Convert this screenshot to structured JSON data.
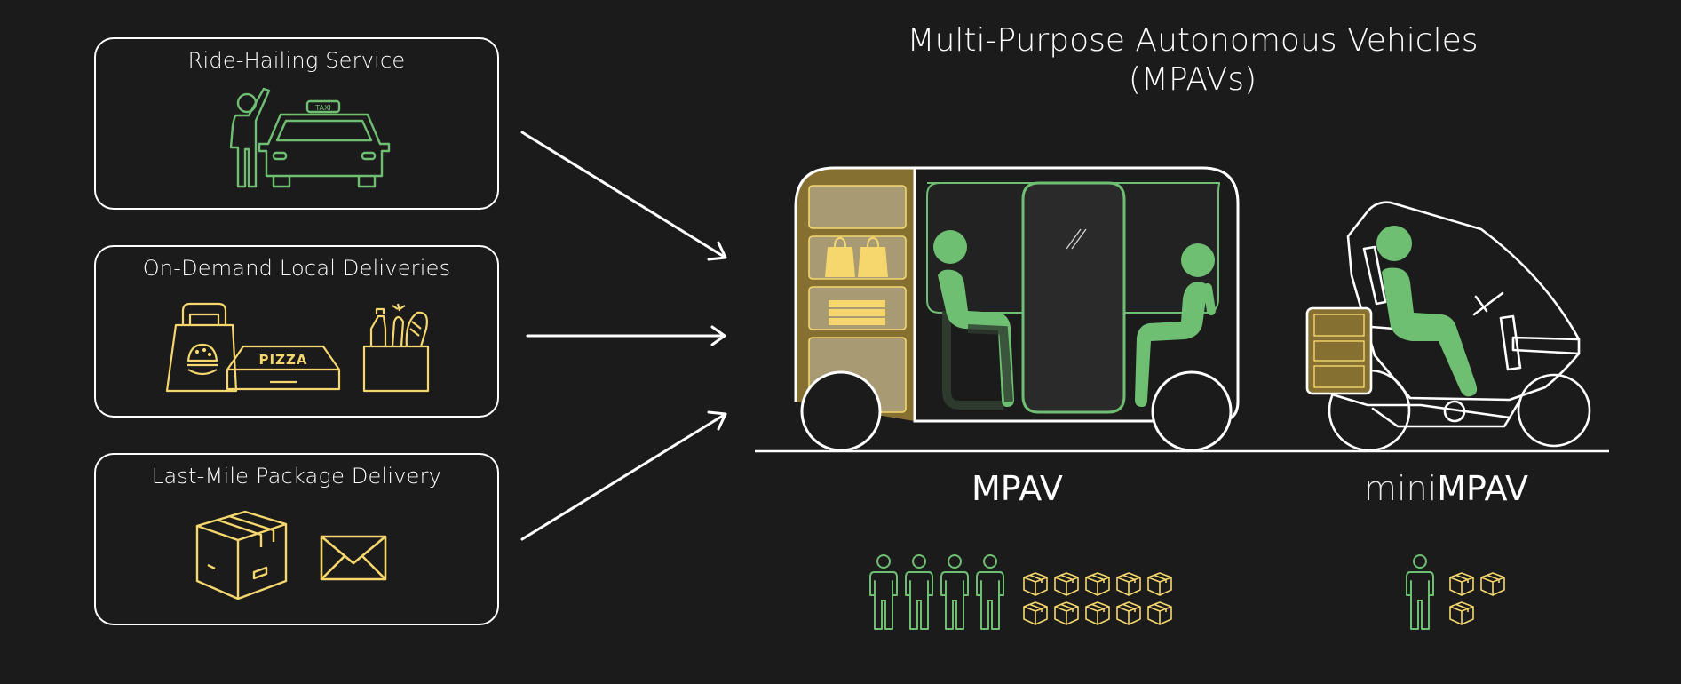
{
  "title_line1": "Multi-Purpose Autonomous Vehicles",
  "title_line2": "(MPAVs)",
  "services": [
    {
      "label": "Ride-Hailing Service",
      "icons": [
        "person-waving-icon",
        "taxi-icon"
      ]
    },
    {
      "label": "On-Demand Local Deliveries",
      "icons": [
        "burger-bag-icon",
        "pizza-box-icon",
        "grocery-bag-icon"
      ],
      "pizza_text": "PIZZA"
    },
    {
      "label": "Last-Mile Package Delivery",
      "icons": [
        "package-box-icon",
        "envelope-icon"
      ]
    }
  ],
  "taxi_sign": "TAXI",
  "vehicles": {
    "mpav": {
      "label": "MPAV",
      "passenger_capacity": 4,
      "parcel_capacity": 10
    },
    "minimpav": {
      "label_prefix": "mini",
      "label_main": "MPAV",
      "passenger_capacity": 1,
      "parcel_capacity": 3
    }
  },
  "colors": {
    "background": "#1b1b1b",
    "outline": "#ffffff",
    "passenger_green": "#6fbf73",
    "cargo_yellow": "#f5d76e",
    "cargo_panel": "#857032"
  }
}
